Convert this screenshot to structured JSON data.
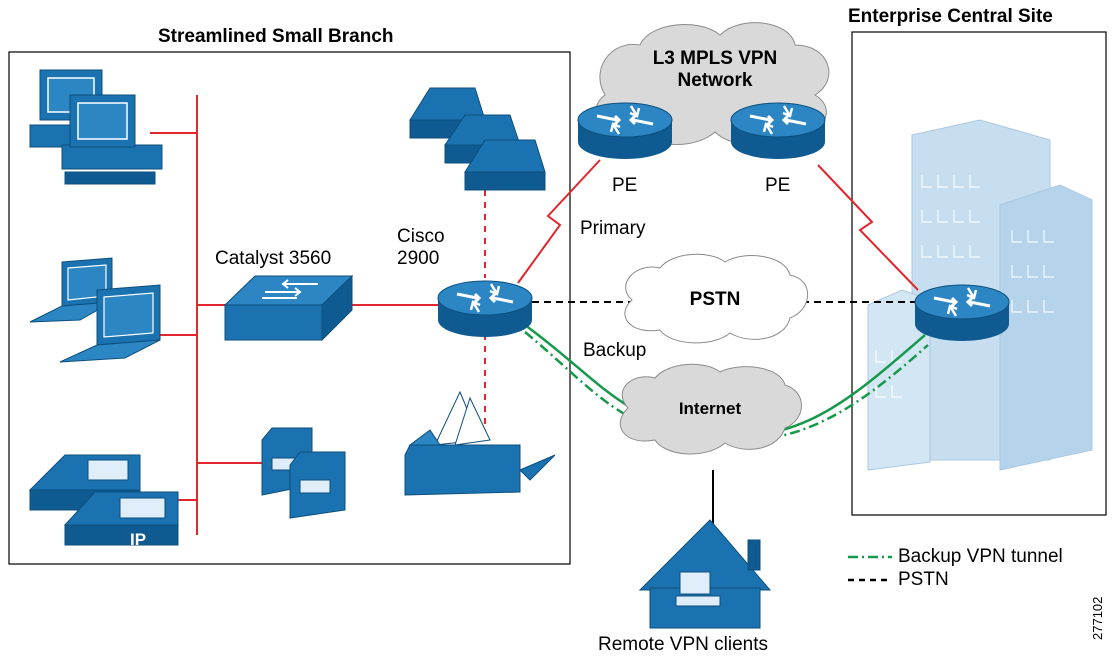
{
  "titles": {
    "branch": "Streamlined Small Branch",
    "central": "Enterprise Central Site"
  },
  "nodes": {
    "mpls_cloud": [
      "L3 MPLS VPN",
      "Network"
    ],
    "pe_left": "PE",
    "pe_right": "PE",
    "pstn_cloud": "PSTN",
    "internet_cloud": "Internet",
    "switch": "Catalyst 3560",
    "branch_router": [
      "Cisco",
      "2900"
    ],
    "remote": "Remote VPN clients",
    "ip_phone_badge": "IP"
  },
  "links": {
    "primary": "Primary",
    "backup": "Backup"
  },
  "legend": {
    "backup_tunnel": "Backup VPN tunnel",
    "pstn": "PSTN"
  },
  "figure_id": "277102",
  "colors": {
    "device_blue": "#1a73b0",
    "device_dark": "#0d4f7d",
    "building": "#c6def0",
    "cloud": "#d9d9d9",
    "wan_red": "#e3262d",
    "tunnel_green": "#15994a"
  },
  "icons": [
    "desktop-computer-icon",
    "laptop-icon",
    "ip-phone-icon",
    "switch-icon",
    "router-icon",
    "server-icon",
    "fax-icon",
    "phone-stack-icon",
    "building-icon",
    "house-icon",
    "cloud-icon"
  ]
}
